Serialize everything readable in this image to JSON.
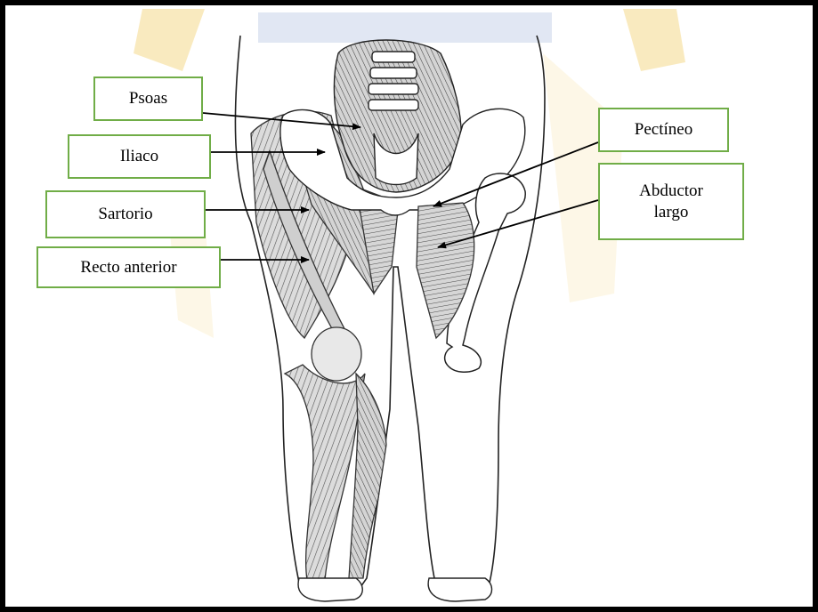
{
  "diagram": {
    "colors": {
      "frame": "#000000",
      "label_border": "#70ad47",
      "watermark_gold": "#f5d98a",
      "watermark_blue": "#c9d4ea",
      "muscle_fill": "#d9d9d9",
      "bone_fill": "#ffffff",
      "line": "#222222"
    },
    "labels": {
      "psoas": "Psoas",
      "iliaco": "Iliaco",
      "sartorio": "Sartorio",
      "recto_anterior": "Recto anterior",
      "pectineo": "Pectíneo",
      "abductor_largo": "Abductor\nlargo"
    }
  }
}
